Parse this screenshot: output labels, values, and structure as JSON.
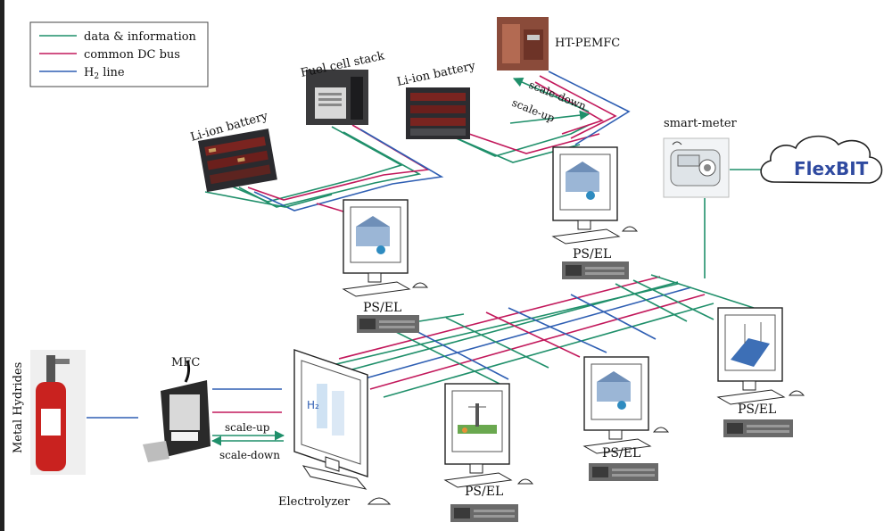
{
  "legend": {
    "items": [
      {
        "label": "data & information",
        "color": "#1f8f6a"
      },
      {
        "label": "common DC bus",
        "color": "#c2185b"
      },
      {
        "label": "H",
        "sub": "2",
        "suffix": " line",
        "color": "#2f5fb3"
      }
    ]
  },
  "labels": {
    "li_ion_left": "Li-ion battery",
    "fuel_cell": "Fuel cell stack",
    "li_ion_right": "Li-ion battery",
    "ht_pemfc": "HT-PEMFC",
    "smart_meter": "smart-meter",
    "flexbit": "FlexBIT",
    "mfc": "MFC",
    "metal_hydrides": "Metal Hydrides",
    "electrolyzer": "Electrolyzer",
    "ps_el": "PS/EL",
    "scale_up": "scale-up",
    "scale_down": "scale-down",
    "h2_screen": "H₂"
  },
  "colors": {
    "data": "#1f8f6a",
    "bus": "#c2185b",
    "h2": "#2f5fb3"
  }
}
